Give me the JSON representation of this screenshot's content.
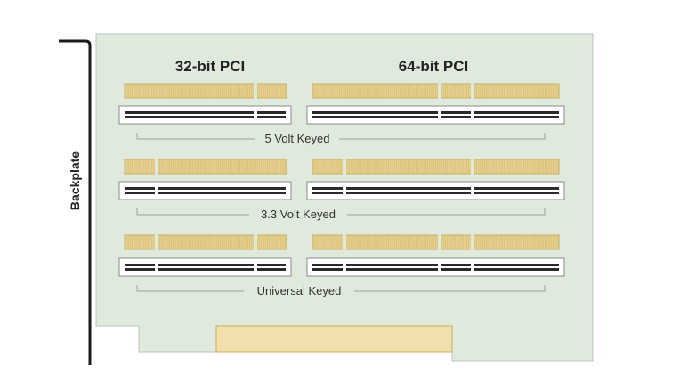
{
  "headers": {
    "col_32": "32-bit PCI",
    "col_64": "64-bit PCI"
  },
  "backplate_label": "Backplate",
  "rows": [
    {
      "label": "5 Volt Keyed"
    },
    {
      "label": "3.3 Volt Keyed"
    },
    {
      "label": "Universal Keyed"
    }
  ],
  "colors": {
    "board": "#dfeadd",
    "board_edge": "#b9c5b6",
    "gold_contact": "#e4cf8f",
    "gold_edge": "#c9ad5e",
    "edge_connector": "#f2dfae",
    "slot_body": "#ffffff",
    "slot_pins": "#2a2a2a",
    "bracket": "#1a1a1a",
    "text": "#222222",
    "bracket_line": "#9aa39a"
  }
}
